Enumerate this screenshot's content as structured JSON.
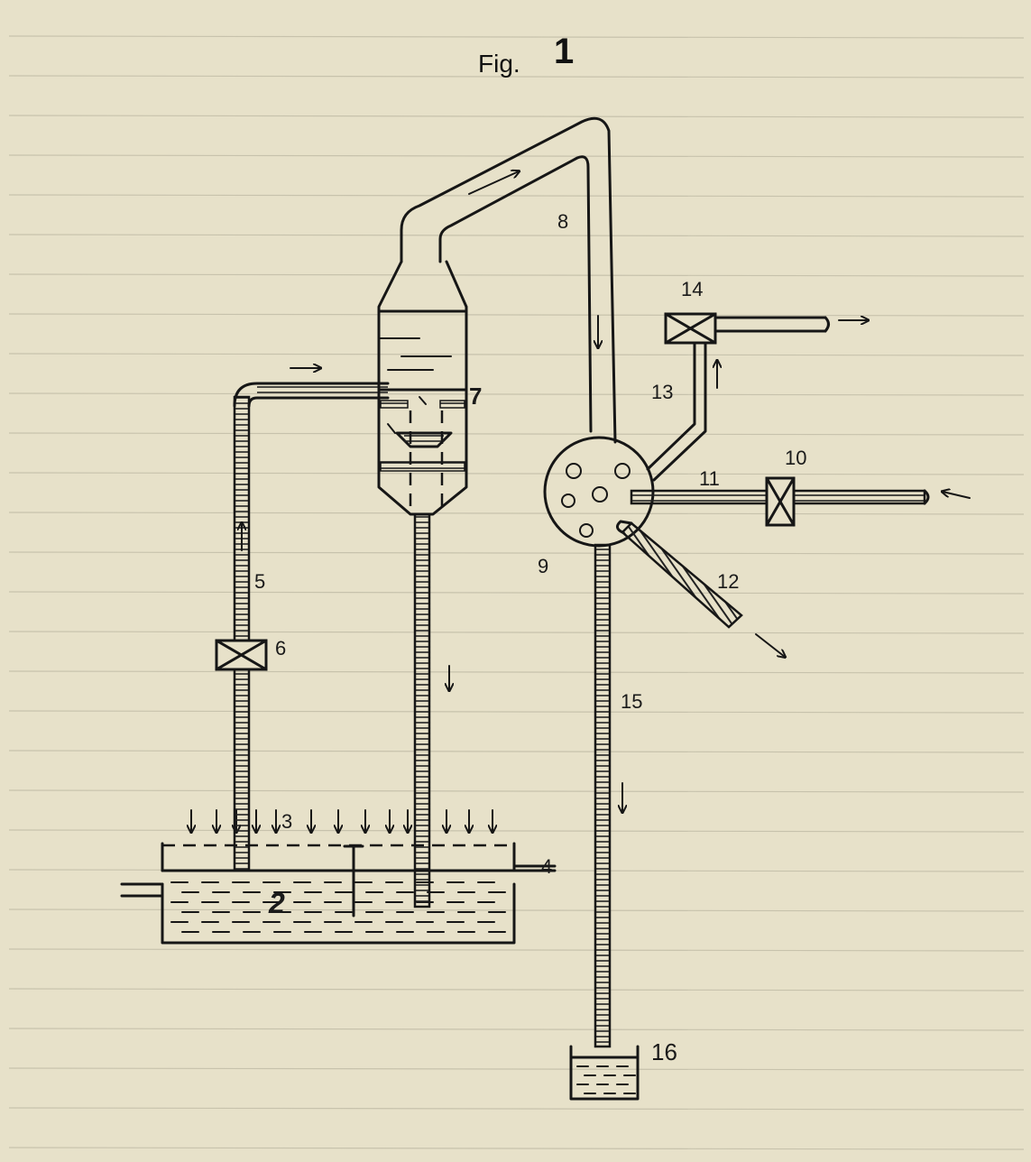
{
  "figure": {
    "title": "Fig.",
    "number": "1"
  },
  "labels": {
    "l2": "2",
    "l3": "3",
    "l4": "4",
    "l5": "5",
    "l6": "6",
    "l7": "7",
    "l8": "8",
    "l9": "9",
    "l10": "10",
    "l11": "11",
    "l12": "12",
    "l13": "13",
    "l14": "14",
    "l15": "15",
    "l16": "16"
  }
}
